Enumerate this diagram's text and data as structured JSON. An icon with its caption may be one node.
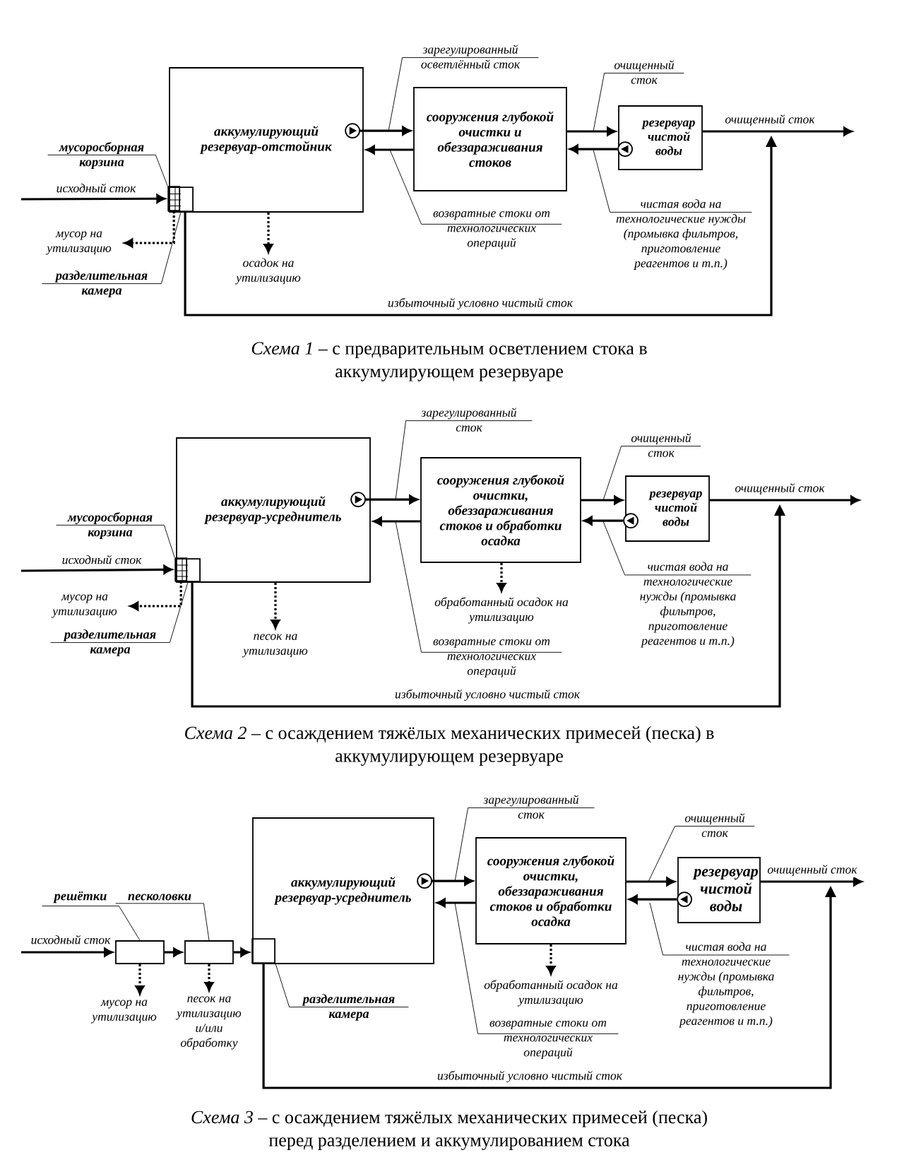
{
  "diagram": {
    "nodes": [
      {
        "text": [
          "аккумулирующий резервуар-отстойник"
        ]
      },
      {
        "text": [],
        "shape": "box",
        "in": 0
      },
      {
        "text": [],
        "shape": "box",
        "in": 1
      },
      {
        "text": [],
        "shape": "circle",
        "in": 0
      },
      {
        "text": [
          "сооружения глубокой очистки и обеззараживания стоков"
        ]
      },
      {
        "text": [
          "резервуар чистой воды"
        ]
      },
      {
        "text": [],
        "shape": "circle",
        "in": 5
      },
      {
        "text": [
          "мусоросборная корзина"
        ]
      },
      {
        "text": [
          "разделительная камера"
        ]
      },
      {
        "text": [
          "мусор на утилизацию"
        ]
      },
      {
        "text": [
          "осадок на утилизацию"
        ]
      },
      {
        "text": [
          "зарегулированный осветлённый сток"
        ]
      },
      {
        "text": [
          "возвратные стоки от технологических операций"
        ]
      },
      {
        "text": [
          "очищенный сток"
        ]
      },
      {
        "text": [
          "чистая вода на технологические нужды (промывка фильтров, приготовление реагентов и т.п.)"
        ]
      },
      {
        "text": [
          "аккумулирующий резервуар-усреднитель"
        ]
      },
      {
        "text": [],
        "shape": "box",
        "in": 15
      },
      {
        "text": [],
        "shape": "box",
        "in": 16
      },
      {
        "text": [],
        "shape": "circle",
        "in": 15
      },
      {
        "text": [
          "сооружения глубокой очистки, обеззараживания стоков и обработки осадка"
        ]
      },
      {
        "text": [
          "резервуар чистой воды"
        ]
      },
      {
        "text": [],
        "shape": "circle",
        "in": 20
      },
      {
        "text": [
          "мусоросборная корзина"
        ]
      },
      {
        "text": [
          "разделительная камера"
        ]
      },
      {
        "text": [
          "мусор на утилизацию"
        ]
      },
      {
        "text": [
          "песок на утилизацию"
        ]
      },
      {
        "text": [
          "обработанный осадок на утилизацию"
        ]
      },
      {
        "text": [
          "зарегулированный сток"
        ]
      },
      {
        "text": [
          "возвратные стоки от технологических операций"
        ]
      },
      {
        "text": [
          "очищенный сток"
        ]
      },
      {
        "text": [
          "чистая вода на технологические нужды (промывка фильтров, приготовление реагентов и т.п.)"
        ]
      },
      {
        "text": [],
        "shape": "box"
      },
      {
        "text": [],
        "shape": "box"
      },
      {
        "text": [
          "аккумулирующий резервуар-усреднитель"
        ]
      },
      {
        "text": [],
        "shape": "box",
        "in": 33
      },
      {
        "text": [],
        "shape": "circle",
        "in": 33
      },
      {
        "text": [
          "сооружения глубокой очистки, обеззараживания стоков и обработки осадка"
        ]
      },
      {
        "text": [
          "резервуар чистой воды"
        ]
      },
      {
        "text": [],
        "shape": "circle",
        "in": 37
      },
      {
        "text": [
          "решётки"
        ]
      },
      {
        "text": [
          "песколовки"
        ]
      },
      {
        "text": [
          "разделительная камера"
        ]
      },
      {
        "text": [
          "мусор на утилизацию"
        ]
      },
      {
        "text": [
          "песок на утилизацию и/или обработку"
        ]
      },
      {
        "text": [
          "обработанный осадок на утилизацию"
        ]
      },
      {
        "text": [
          "зарегулированный сток"
        ]
      },
      {
        "text": [
          "возвратные стоки от технологических операций"
        ]
      },
      {
        "text": [
          "очищенный сток"
        ]
      },
      {
        "text": [
          "чистая вода на технологические нужды (промывка фильтров, приготовление реагентов и т.п.)"
        ]
      }
    ],
    "edges": [
      {
        "from": null,
        "to": 2,
        "arrow": "to",
        "label": "исходный сток"
      },
      {
        "from": 3,
        "to": 4,
        "arrow": "to"
      },
      {
        "from": 4,
        "to": 0,
        "arrow": "to"
      },
      {
        "from": 4,
        "to": 5,
        "arrow": "to"
      },
      {
        "from": 6,
        "to": 4,
        "arrow": "to"
      },
      {
        "from": 5,
        "to": null,
        "arrow": "to",
        "label": "очищенный сток"
      },
      {
        "from": 1,
        "to": null,
        "arrow": "to",
        "label": "избыточный условно чистый сток"
      },
      {
        "from": 2,
        "to": 9,
        "arrow": "to",
        "style": "dashed"
      },
      {
        "from": 0,
        "to": 10,
        "arrow": "to",
        "style": "dashed"
      },
      {
        "from": 7,
        "to": 2,
        "arrow": "none"
      },
      {
        "from": 8,
        "to": 1,
        "arrow": "none"
      },
      {
        "from": 11,
        "to": null,
        "arrow": "none"
      },
      {
        "from": 12,
        "to": null,
        "arrow": "none"
      },
      {
        "from": 13,
        "to": null,
        "arrow": "none"
      },
      {
        "from": 14,
        "to": null,
        "arrow": "none"
      },
      {
        "from": null,
        "to": 17,
        "arrow": "to",
        "label": "исходный сток"
      },
      {
        "from": 18,
        "to": 19,
        "arrow": "to"
      },
      {
        "from": 19,
        "to": 15,
        "arrow": "to"
      },
      {
        "from": 19,
        "to": 20,
        "arrow": "to"
      },
      {
        "from": 21,
        "to": 19,
        "arrow": "to"
      },
      {
        "from": 20,
        "to": null,
        "arrow": "to",
        "label": "очищенный сток"
      },
      {
        "from": 16,
        "to": null,
        "arrow": "to",
        "label": "избыточный условно чистый сток"
      },
      {
        "from": 17,
        "to": 24,
        "arrow": "to",
        "style": "dashed"
      },
      {
        "from": 15,
        "to": 25,
        "arrow": "to",
        "style": "dashed"
      },
      {
        "from": 19,
        "to": 26,
        "arrow": "to",
        "style": "dashed"
      },
      {
        "from": 22,
        "to": 17,
        "arrow": "none"
      },
      {
        "from": 23,
        "to": 16,
        "arrow": "none"
      },
      {
        "from": 27,
        "to": null,
        "arrow": "none"
      },
      {
        "from": 28,
        "to": null,
        "arrow": "none"
      },
      {
        "from": 29,
        "to": null,
        "arrow": "none"
      },
      {
        "from": 30,
        "to": null,
        "arrow": "none"
      },
      {
        "from": null,
        "to": 31,
        "arrow": "to",
        "label": "исходный сток"
      },
      {
        "from": 31,
        "to": 32,
        "arrow": "to"
      },
      {
        "from": 32,
        "to": 34,
        "arrow": "to"
      },
      {
        "from": 35,
        "to": 36,
        "arrow": "to"
      },
      {
        "from": 36,
        "to": 33,
        "arrow": "to"
      },
      {
        "from": 36,
        "to": 37,
        "arrow": "to"
      },
      {
        "from": 38,
        "to": 36,
        "arrow": "to"
      },
      {
        "from": 37,
        "to": null,
        "arrow": "to",
        "label": "очищенный сток"
      },
      {
        "from": 34,
        "to": null,
        "arrow": "to",
        "label": "избыточный условно чистый сток"
      },
      {
        "from": 31,
        "to": 42,
        "arrow": "to",
        "style": "dashed"
      },
      {
        "from": 32,
        "to": 43,
        "arrow": "to",
        "style": "dashed"
      },
      {
        "from": 36,
        "to": 44,
        "arrow": "to",
        "style": "dashed"
      },
      {
        "from": 39,
        "to": 31,
        "arrow": "none"
      },
      {
        "from": 40,
        "to": 32,
        "arrow": "none"
      },
      {
        "from": 41,
        "to": 34,
        "arrow": "none"
      },
      {
        "from": 45,
        "to": null,
        "arrow": "none"
      },
      {
        "from": 46,
        "to": null,
        "arrow": "none"
      },
      {
        "from": 47,
        "to": null,
        "arrow": "none"
      },
      {
        "from": 48,
        "to": null,
        "arrow": "none"
      }
    ],
    "labels": [
      "*Схема 1* – с предварительным осветлением стока в аккумулирующем резервуаре",
      "*Схема 2* – с осаждением тяжёлых механических примесей (песка) в аккумулирующем резервуаре",
      "*Схема 3* – с осаждением тяжёлых механических примесей (песка) перед разделением и аккумулированием стока"
    ]
  }
}
